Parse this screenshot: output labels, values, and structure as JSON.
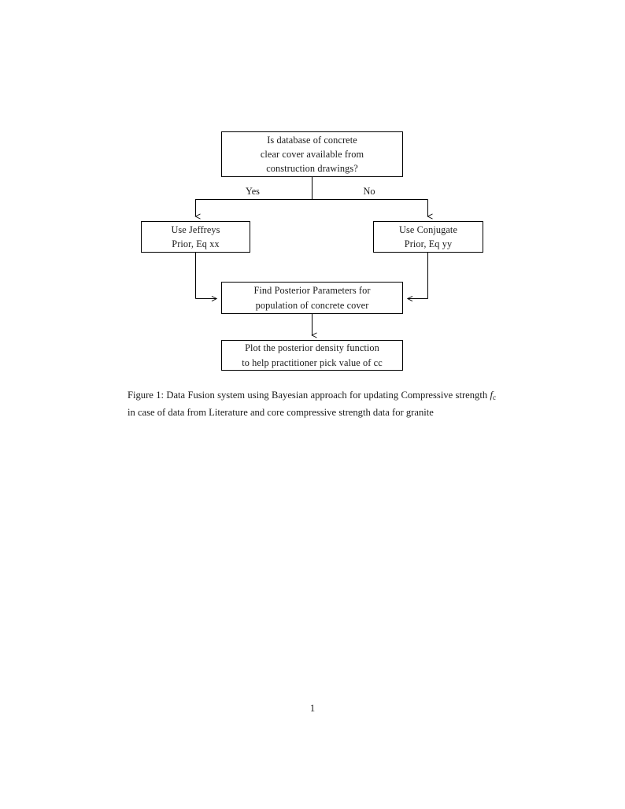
{
  "document": {
    "page_number": "1",
    "background_color": "#ffffff",
    "text_color": "#1a1a1a",
    "line_color": "#000000"
  },
  "figure": {
    "type": "flowchart",
    "nodes": [
      {
        "id": "decision",
        "shape": "rectangle",
        "lines": [
          "Is database of concrete",
          "clear cover available from",
          "construction drawings?"
        ]
      },
      {
        "id": "jeffreys",
        "shape": "rectangle",
        "lines": [
          "Use Jeffreys",
          "Prior, Eq xx"
        ]
      },
      {
        "id": "conjugate",
        "shape": "rectangle",
        "lines": [
          "Use Conjugate",
          "Prior, Eq yy"
        ]
      },
      {
        "id": "posterior",
        "shape": "rectangle",
        "lines": [
          "Find Posterior Parameters for",
          "population of concrete cover"
        ]
      },
      {
        "id": "plot",
        "shape": "rectangle",
        "lines": [
          "Plot the posterior density function",
          "to help practitioner pick value of cc"
        ]
      }
    ],
    "edges": [
      {
        "id": "decision-to-jeffreys",
        "from": "decision",
        "to": "jeffreys",
        "label": "Yes"
      },
      {
        "id": "decision-to-conjugate",
        "from": "decision",
        "to": "conjugate",
        "label": "No"
      },
      {
        "id": "jeffreys-to-posterior",
        "from": "jeffreys",
        "to": "posterior",
        "label": ""
      },
      {
        "id": "conjugate-to-posterior",
        "from": "conjugate",
        "to": "posterior",
        "label": ""
      },
      {
        "id": "posterior-to-plot",
        "from": "posterior",
        "to": "plot",
        "label": ""
      }
    ],
    "edge_labels": {
      "yes": "Yes",
      "no": "No"
    }
  },
  "caption": {
    "label": "Figure 1:",
    "text_before_var": " Data Fusion system using Bayesian approach for updating Compressive strength ",
    "variable_base": "f",
    "variable_sub": "c",
    "text_after_var": " in case of data from Literature and core compressive strength data for granite"
  }
}
